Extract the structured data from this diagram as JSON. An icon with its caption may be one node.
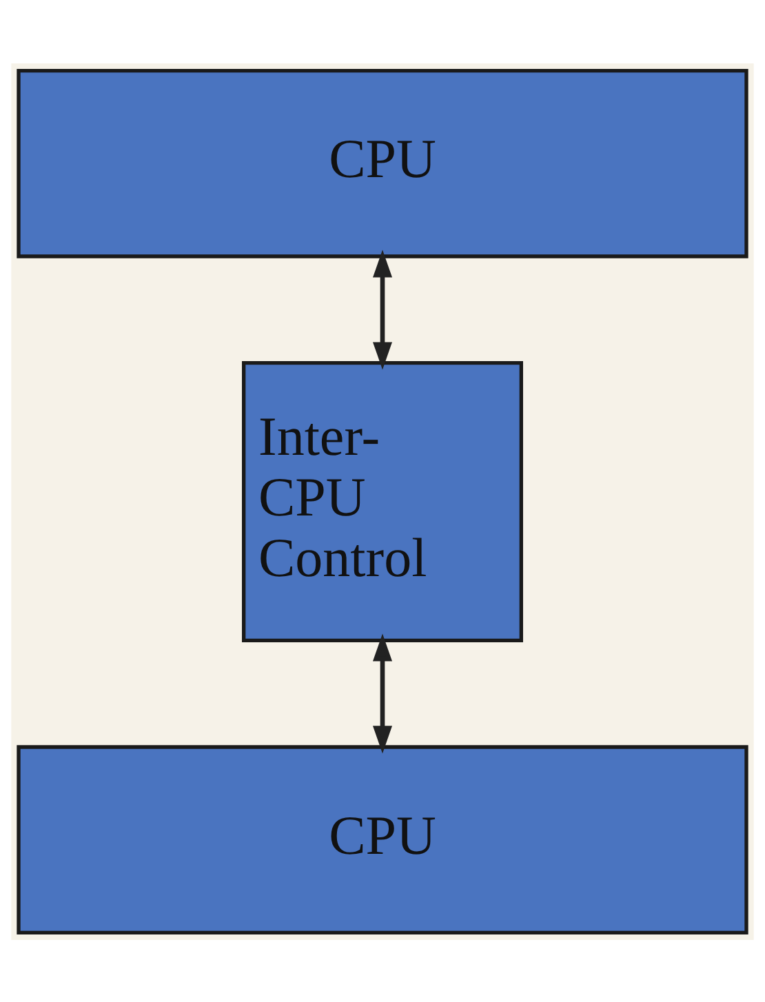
{
  "diagram": {
    "nodes": [
      {
        "text": [
          "CPU"
        ]
      },
      {
        "text": [
          "Inter-CPU Control"
        ]
      },
      {
        "text": [
          "CPU"
        ]
      }
    ],
    "edges": [
      {
        "from": 0,
        "to": 1,
        "arrow": "both"
      },
      {
        "from": 1,
        "to": 2,
        "arrow": "both"
      }
    ]
  }
}
